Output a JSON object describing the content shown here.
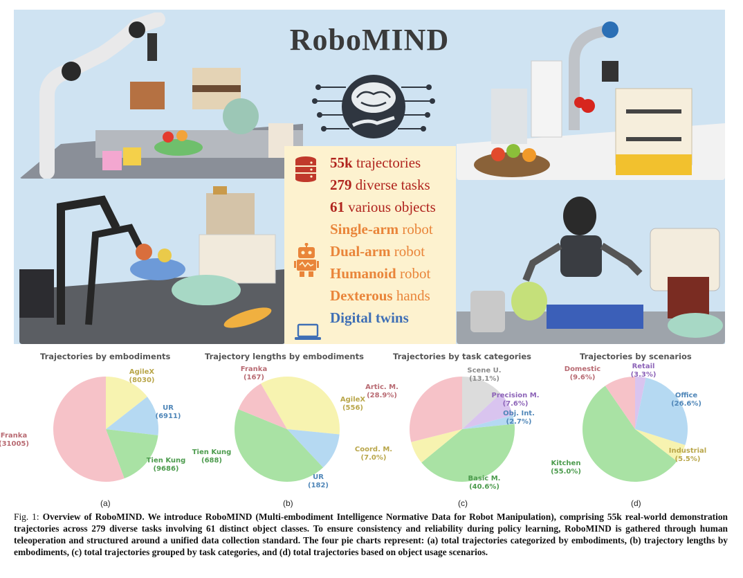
{
  "hero": {
    "title": "RoboMIND",
    "stats": [
      {
        "strong": "55k",
        "rest": " trajectories",
        "color": "#b0241e"
      },
      {
        "strong": "279",
        "rest": " diverse tasks",
        "color": "#b0241e"
      },
      {
        "strong": "61",
        "rest": " various objects",
        "color": "#b0241e"
      },
      {
        "strong": "Single-arm",
        "rest": " robot",
        "color": "#e9853a"
      },
      {
        "strong": "Dual-arm",
        "rest": " robot",
        "color": "#e9853a"
      },
      {
        "strong": "Humanoid",
        "rest": " robot",
        "color": "#e9853a"
      },
      {
        "strong": "Dexterous",
        "rest": " hands",
        "color": "#e9853a"
      },
      {
        "strong": "Digital twins",
        "rest": "",
        "color": "#3f6fb5"
      }
    ],
    "icons": [
      "database-icon",
      "robot-icon",
      "laptop-icon"
    ]
  },
  "chart_data": [
    {
      "type": "pie",
      "title": "Trajectories by embodiments",
      "sublabel": "(a)",
      "slices": [
        {
          "label": "AgileX",
          "value": 8030,
          "text": "(8030)",
          "color": "#f7f3b0",
          "textColor": "#b9a64a"
        },
        {
          "label": "UR",
          "value": 6911,
          "text": "(6911)",
          "color": "#b5d9f2",
          "textColor": "#4f86b8"
        },
        {
          "label": "Tien Kung",
          "value": 9686,
          "text": "(9686)",
          "color": "#a9e2a4",
          "textColor": "#4c9b4d"
        },
        {
          "label": "Franka",
          "value": 31005,
          "text": "(31005)",
          "color": "#f6c2c8",
          "textColor": "#b86a72"
        }
      ]
    },
    {
      "type": "pie",
      "title": "Trajectory lengths by embodiments",
      "sublabel": "(b)",
      "slices": [
        {
          "label": "AgileX",
          "value": 556,
          "text": "(556)",
          "color": "#f7f3b0",
          "textColor": "#b9a64a"
        },
        {
          "label": "UR",
          "value": 182,
          "text": "(182)",
          "color": "#b5d9f2",
          "textColor": "#4f86b8"
        },
        {
          "label": "Tien Kung",
          "value": 688,
          "text": "(688)",
          "color": "#a9e2a4",
          "textColor": "#4c9b4d"
        },
        {
          "label": "Franka",
          "value": 167,
          "text": "(167)",
          "color": "#f6c2c8",
          "textColor": "#b86a72"
        }
      ]
    },
    {
      "type": "pie",
      "title": "Trajectories by task categories",
      "sublabel": "(c)",
      "slices": [
        {
          "label": "Scene U.",
          "value": 13.1,
          "text": "(13.1%)",
          "color": "#dcdcdc",
          "textColor": "#8a8a8a"
        },
        {
          "label": "Precision M.",
          "value": 7.6,
          "text": "(7.6%)",
          "color": "#d9c4ef",
          "textColor": "#8d64b8"
        },
        {
          "label": "Obj. Int.",
          "value": 2.7,
          "text": "(2.7%)",
          "color": "#b5d9f2",
          "textColor": "#4f86b8"
        },
        {
          "label": "Basic M.",
          "value": 40.6,
          "text": "(40.6%)",
          "color": "#a9e2a4",
          "textColor": "#4c9b4d"
        },
        {
          "label": "Coord. M.",
          "value": 7.0,
          "text": "(7.0%)",
          "color": "#f7f3b0",
          "textColor": "#b9a64a"
        },
        {
          "label": "Artic. M.",
          "value": 28.9,
          "text": "(28.9%)",
          "color": "#f6c2c8",
          "textColor": "#b86a72"
        }
      ]
    },
    {
      "type": "pie",
      "title": "Trajectories by scenarios",
      "sublabel": "(d)",
      "slices": [
        {
          "label": "Retail",
          "value": 3.3,
          "text": "(3.3%)",
          "color": "#d9c4ef",
          "textColor": "#8d64b8"
        },
        {
          "label": "Office",
          "value": 26.6,
          "text": "(26.6%)",
          "color": "#b5d9f2",
          "textColor": "#4f86b8"
        },
        {
          "label": "Industrial",
          "value": 5.5,
          "text": "(5.5%)",
          "color": "#f7f3b0",
          "textColor": "#b9a64a"
        },
        {
          "label": "Kitchen",
          "value": 55.0,
          "text": "(55.0%)",
          "color": "#a9e2a4",
          "textColor": "#4c9b4d"
        },
        {
          "label": "Domestic",
          "value": 9.6,
          "text": "(9.6%)",
          "color": "#f6c2c8",
          "textColor": "#b86a72"
        }
      ]
    }
  ],
  "caption": {
    "prefix": "Fig. 1: ",
    "body": "Overview of RoboMIND. We introduce RoboMIND (Multi-embodiment Intelligence Normative Data for Robot Manipulation), comprising 55k real-world demonstration trajectories across 279 diverse tasks involving 61 distinct object classes. To ensure consistency and reliability during policy learning, RoboMIND is gathered through human teleoperation and structured around a unified data collection standard. The four pie charts represent: (a) total trajectories categorized by embodiments, (b) trajectory lengths by embodiments, (c) total trajectories grouped by task categories, and (d) total trajectories based on object usage scenarios."
  }
}
